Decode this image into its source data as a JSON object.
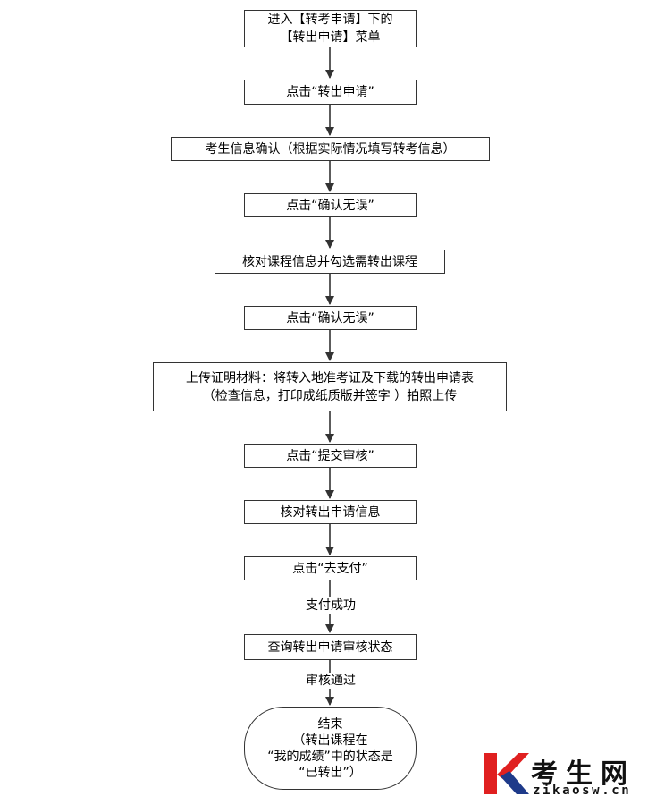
{
  "steps": [
    {
      "id": "step-1",
      "text": "进入【转考申请】下的\n【转出申请】菜单"
    },
    {
      "id": "step-2",
      "text": "点击“转出申请”"
    },
    {
      "id": "step-3",
      "text": "考生信息确认（根据实际情况填写转考信息）"
    },
    {
      "id": "step-4",
      "text": "点击“确认无误”"
    },
    {
      "id": "step-5",
      "text": "核对课程信息并勾选需转出课程"
    },
    {
      "id": "step-6",
      "text": "点击“确认无误”"
    },
    {
      "id": "step-7",
      "text": "上传证明材料：将转入地准考证及下载的转出申请表\n（检查信息，打印成纸质版并签字 ）拍照上传"
    },
    {
      "id": "step-8",
      "text": "点击“提交审核”"
    },
    {
      "id": "step-9",
      "text": "核对转出申请信息"
    },
    {
      "id": "step-10",
      "text": "点击“去支付”"
    },
    {
      "id": "step-11",
      "text": "查询转出申请审核状态"
    },
    {
      "id": "step-end",
      "text": "结束\n（转出课程在\n“我的成绩”中的状态是\n“已转出”）"
    }
  ],
  "edge_labels": {
    "payment_success": "支付成功",
    "review_passed": "审核通过"
  },
  "watermark": {
    "logo_letter": "K",
    "site_name": "考生网",
    "url": "zikaosw.cn",
    "colors": {
      "red": "#e02020",
      "blue": "#1e3a8a",
      "text": "#111111"
    }
  }
}
